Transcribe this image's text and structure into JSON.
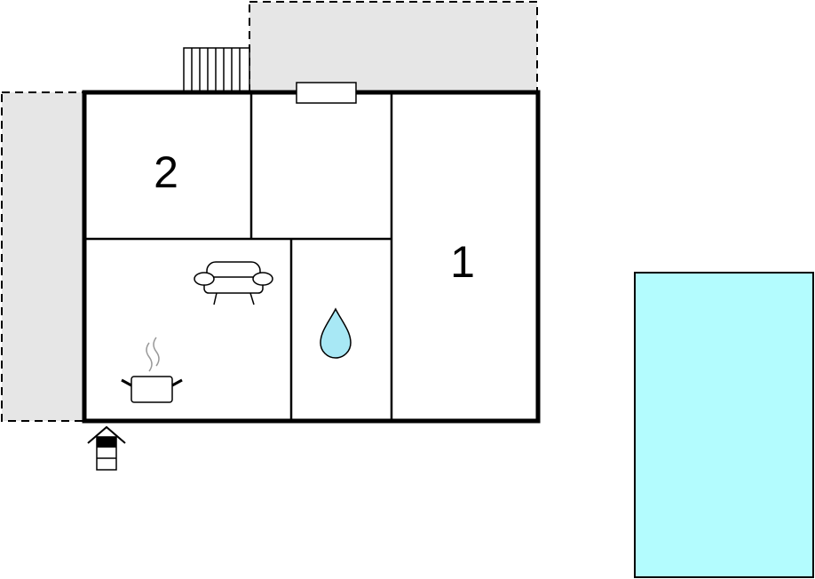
{
  "rooms": {
    "bedroom_1": {
      "number": "1"
    },
    "bedroom_2": {
      "number": "2"
    }
  },
  "icons": {
    "living": "sofa-icon",
    "kitchen": "cooking-pot-icon",
    "bathroom": "water-drop-icon",
    "entrance": "entrance-arrow-icon",
    "stairs": "stairs-icon",
    "terrace": "terrace-outline",
    "pool": "pool"
  },
  "colors": {
    "wall": "#000000",
    "outdoor_area": "#e6e6e6",
    "pool": "#b3fcfe",
    "water_drop": "#a8e8f5",
    "steam": "#999999"
  }
}
